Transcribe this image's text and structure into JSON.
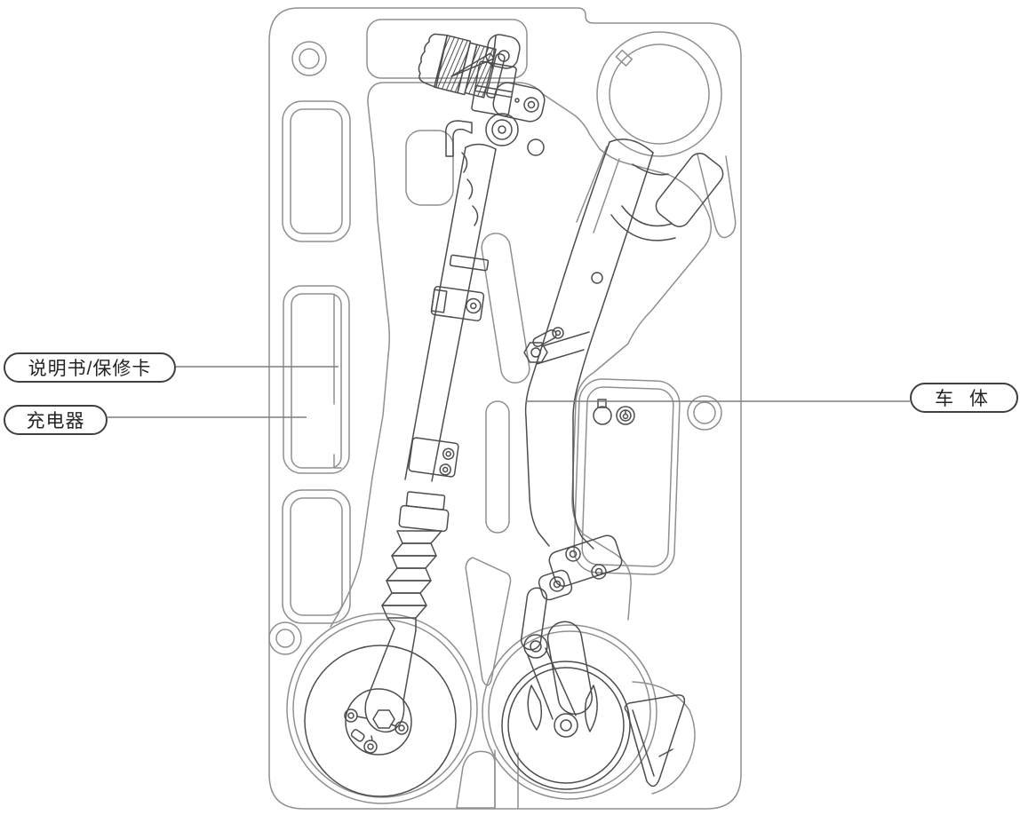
{
  "diagram": {
    "kind": "scooter-packaging-foam-tray-top-view",
    "background_color": "#ffffff",
    "foam_line_color": "#8f8f8f",
    "part_line_color": "#4d4d4d",
    "leader_line_color": "#7e7e7e",
    "label_border_color": "#3f3f3f",
    "label_text_color": "#232323"
  },
  "callouts": [
    {
      "id": "manual-warranty-card",
      "label": "说明书/保修卡",
      "side": "left"
    },
    {
      "id": "charger",
      "label": "充电器",
      "side": "left"
    },
    {
      "id": "vehicle-body",
      "label": "车 体",
      "side": "right"
    }
  ]
}
